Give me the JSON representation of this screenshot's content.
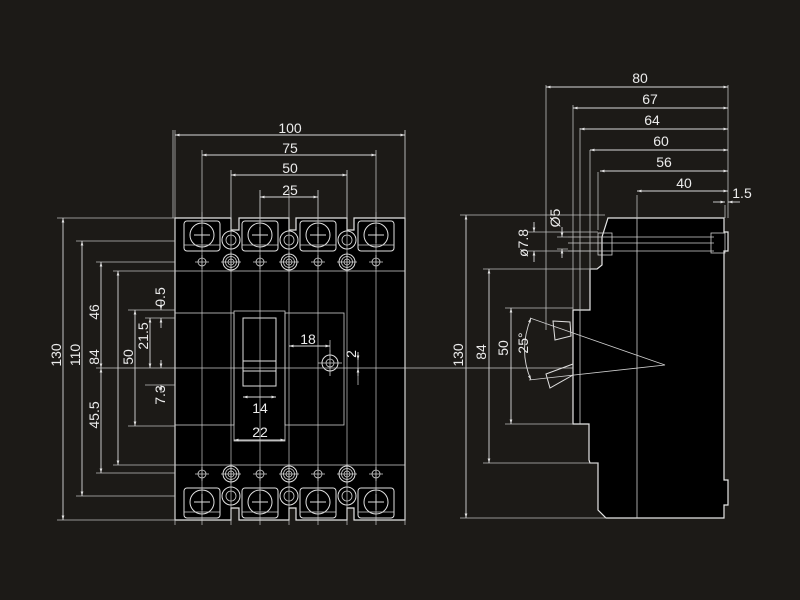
{
  "drawing": {
    "colors": {
      "background": "#1c1a17",
      "body": "#000000",
      "line": "#e0e0e0"
    },
    "front_view": {
      "top_dims": [
        "100",
        "75",
        "50",
        "25"
      ],
      "left_dims": [
        "130",
        "110",
        "46",
        "84",
        "45.5",
        "50",
        "0.5",
        "21.5",
        "7.3"
      ],
      "inner_dims": [
        "18",
        "2",
        "14",
        "22"
      ]
    },
    "side_view": {
      "top_dims": [
        "80",
        "67",
        "64",
        "60",
        "56",
        "40",
        "1.5"
      ],
      "left_dims": [
        "130",
        "84",
        "50"
      ],
      "hole_dims": [
        "ø7.8",
        "Ø5"
      ],
      "angle": "25°"
    }
  }
}
